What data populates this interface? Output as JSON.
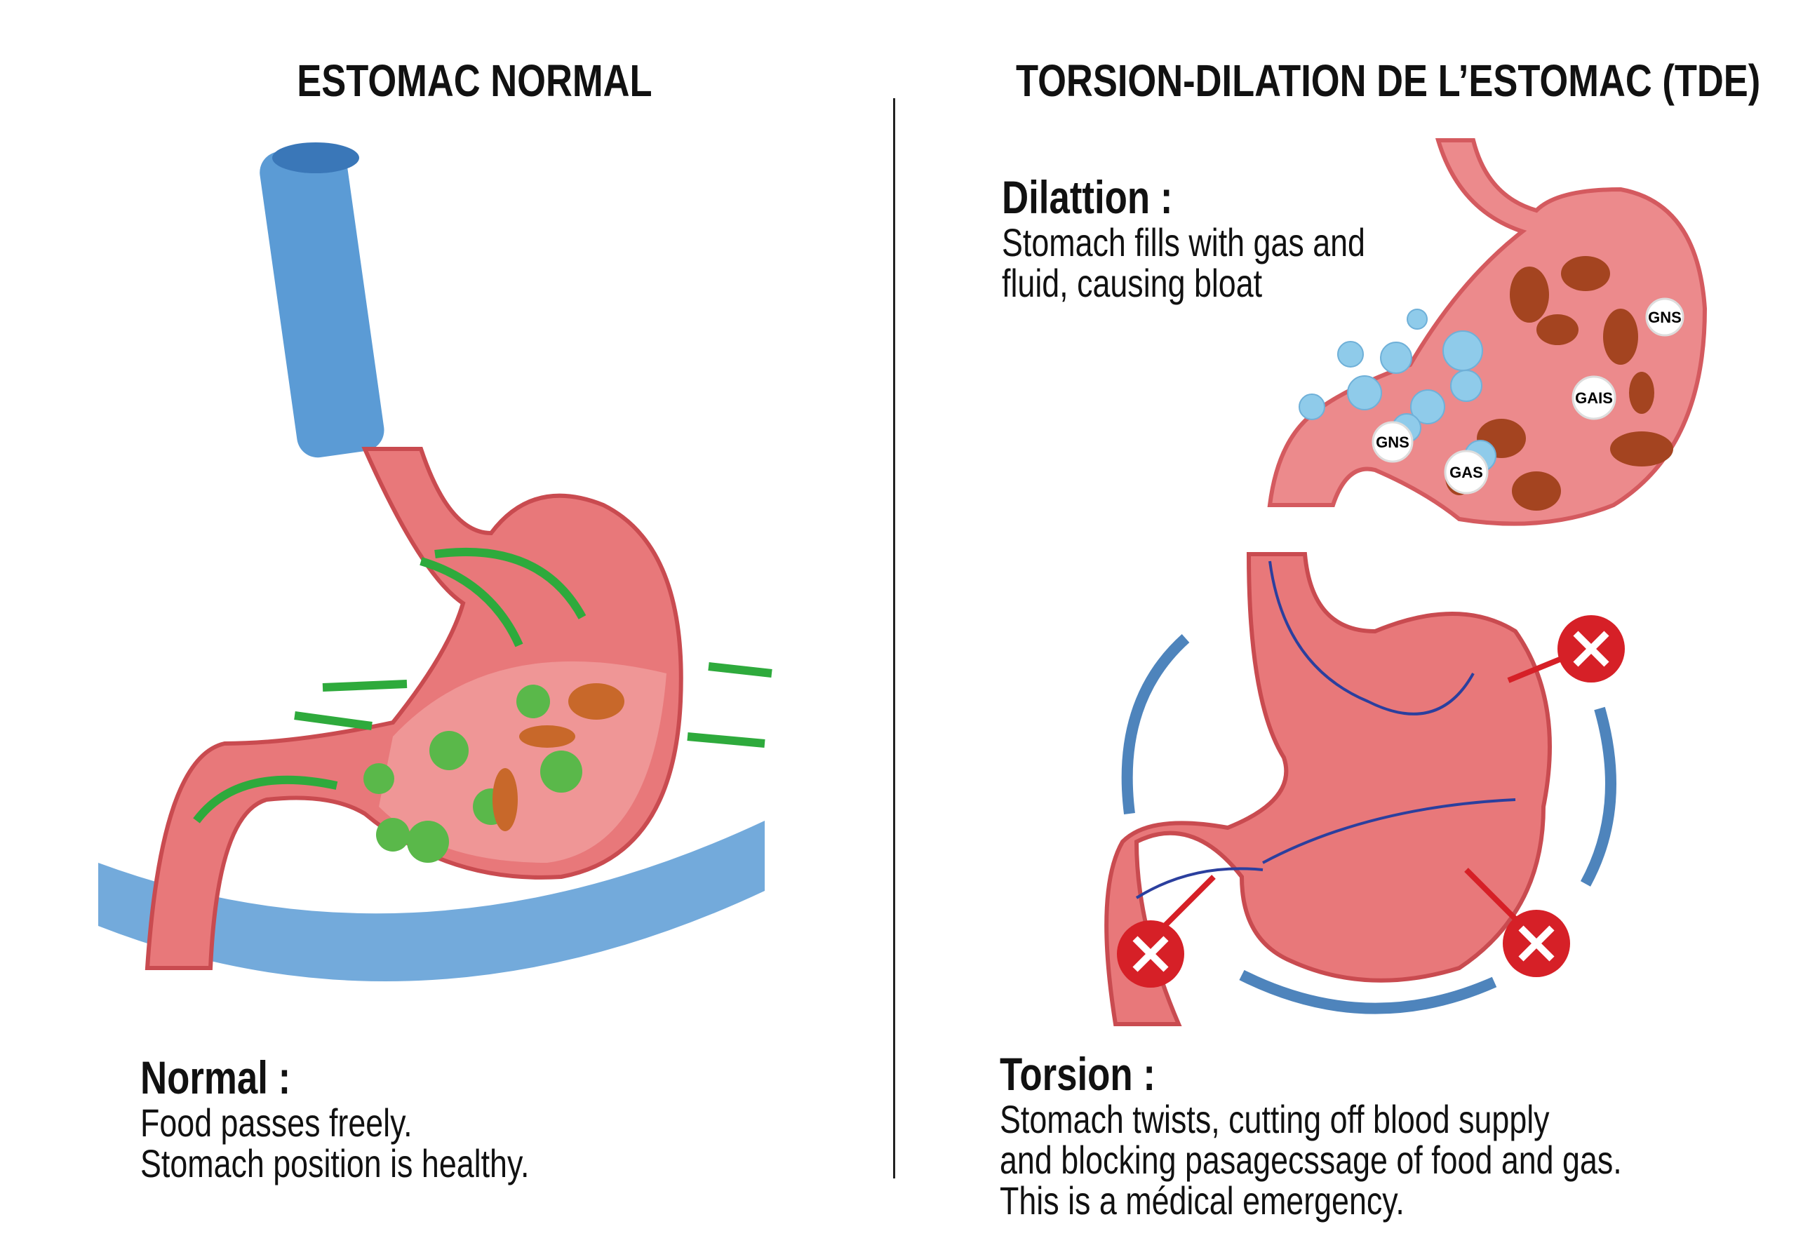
{
  "left": {
    "title": "ESTOMAC NORMAL",
    "heading": "Normal :",
    "lines": [
      "Food passes freely.",
      "Stomach position is healthy."
    ]
  },
  "right": {
    "title": "TORSION-DILATION DE L’ESTOMAC (TDE)",
    "dilation": {
      "heading": "Dilattion :",
      "lines": [
        "Stomach fills with gas and",
        "fluid, causing bloat"
      ],
      "gas_labels": [
        "GNS",
        "GAIS",
        "GNS",
        "GAS"
      ]
    },
    "torsion": {
      "heading": "Torsion :",
      "lines": [
        "Stomach twists, cutting off blood supply",
        "and blocking pasagecssage of food and gas.",
        "This is a médical emergency."
      ]
    }
  },
  "colors": {
    "stomach": "#e8787a",
    "esophagus": "#5b9bd5",
    "arrow_green": "#2eaa3c",
    "block_red": "#d62027",
    "rotate_blue": "#2f6fb0"
  }
}
